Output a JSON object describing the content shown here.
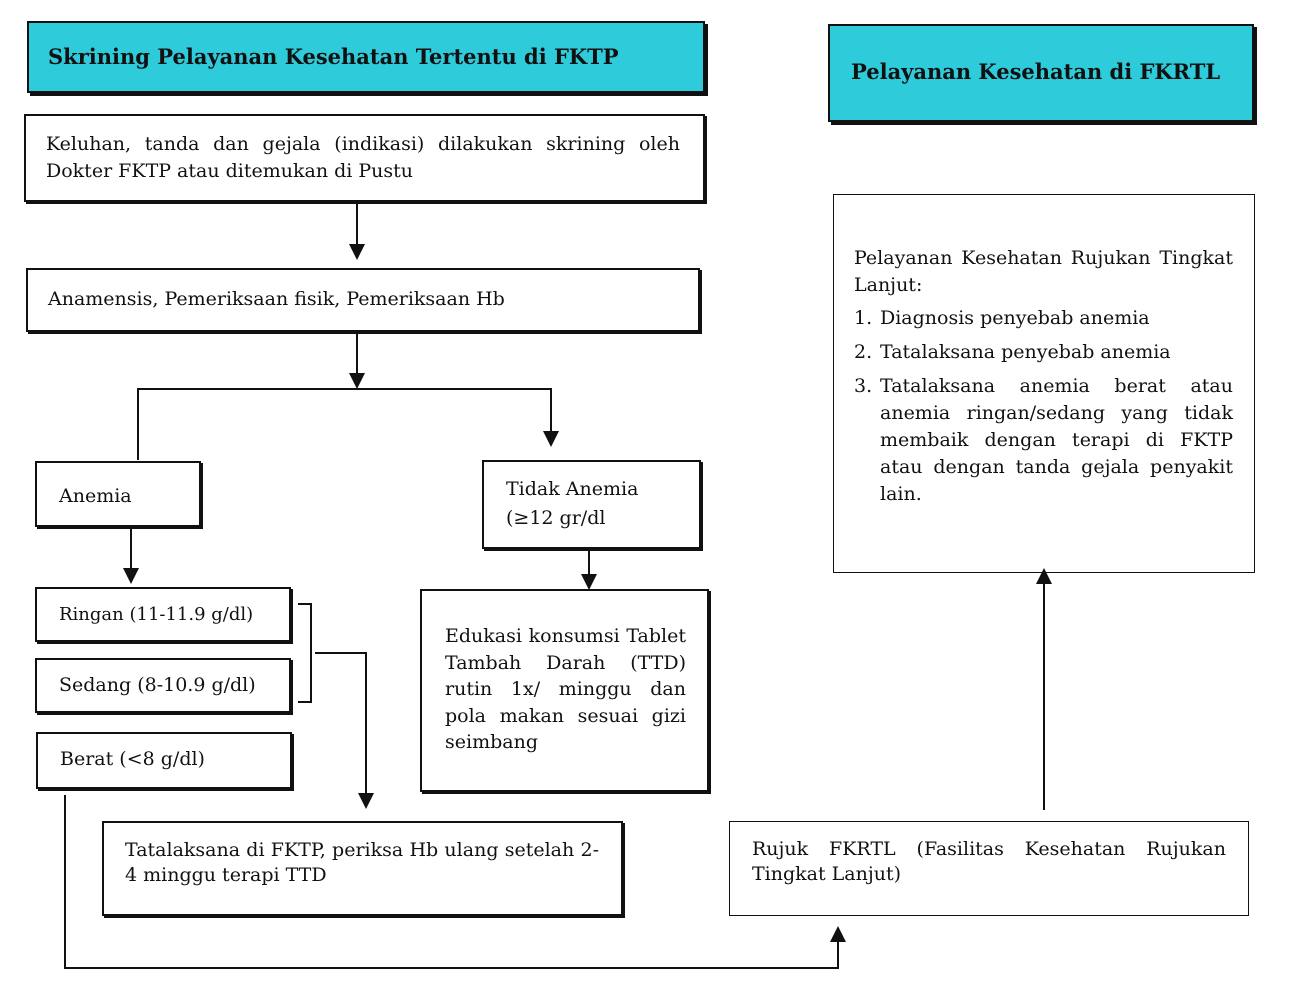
{
  "headers": {
    "left": "Skrining Pelayanan Kesehatan Tertentu di FKTP",
    "right": "Pelayanan Kesehatan di FKRTL"
  },
  "boxes": {
    "keluhan": "Keluhan, tanda dan gejala (indikasi) dilakukan skrining oleh Dokter FKTP atau ditemukan di Pustu",
    "anamnesis": "Anamensis, Pemeriksaan fisik, Pemeriksaan Hb",
    "anemia": "Anemia",
    "tidak_anemia_1": "Tidak Anemia",
    "tidak_anemia_2": "(≥12 gr/dl",
    "ringan": "Ringan (11-11.9 g/dl)",
    "sedang": "Sedang (8-10.9 g/dl)",
    "berat": "Berat (<8 g/dl)",
    "edukasi": "Edukasi konsumsi Tablet Tambah Darah (TTD) rutin 1x/ minggu dan pola makan sesuai gizi seimbang",
    "tatalaksana": "Tatalaksana di FKTP, periksa Hb ulang setelah 2-4 minggu terapi TTD",
    "rujuk": "Rujuk FKRTL (Fasilitas Kesehatan Rujukan Tingkat Lanjut)"
  },
  "fkrtl": {
    "intro": "Pelayanan Kesehatan Rujukan Tingkat Lanjut:",
    "items": [
      {
        "num": "1.",
        "text": "Diagnosis penyebab anemia"
      },
      {
        "num": "2.",
        "text": "Tatalaksana penyebab anemia"
      },
      {
        "num": "3.",
        "text": "Tatalaksana anemia berat atau anemia ringan/sedang yang tidak membaik dengan terapi di FKTP atau dengan tanda gejala penyakit lain."
      }
    ]
  }
}
